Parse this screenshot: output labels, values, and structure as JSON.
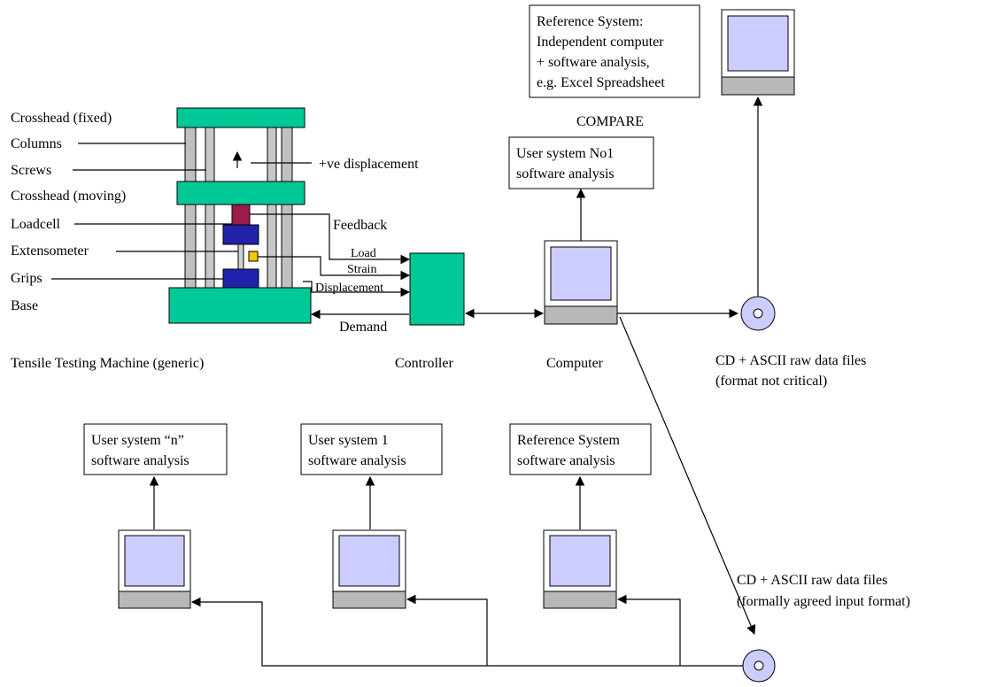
{
  "machine_labels": {
    "crosshead_fixed": "Crosshead (fixed)",
    "columns": "Columns",
    "screws": "Screws",
    "crosshead_moving": "Crosshead (moving)",
    "loadcell": "Loadcell",
    "extensometer": "Extensometer",
    "grips": "Grips",
    "base": "Base",
    "displacement": "+ve displacement"
  },
  "signals": {
    "feedback": "Feedback",
    "load": "Load",
    "strain": "Strain",
    "displacement": "Displacement",
    "demand": "Demand"
  },
  "captions": {
    "machine": "Tensile Testing Machine (generic)",
    "controller": "Controller",
    "computer": "Computer",
    "cd_top_1": "CD + ASCII raw data files",
    "cd_top_2": "(format not critical)",
    "cd_bottom_1": "CD + ASCII raw data files",
    "cd_bottom_2": "(formally agreed input format)",
    "compare": "COMPARE"
  },
  "boxes": {
    "reference_top": [
      "Reference System:",
      "Independent computer",
      "+ software analysis,",
      "e.g. Excel Spreadsheet"
    ],
    "user_no1": [
      "User system No1",
      "software analysis"
    ],
    "user_n": [
      "User system “n”",
      "software analysis"
    ],
    "user_1": [
      "User system 1",
      "software analysis"
    ],
    "reference_bottom": [
      "Reference System",
      "software analysis"
    ]
  },
  "colors": {
    "machine_green": "#00c896",
    "loadcell_red": "#9b1b4b",
    "grip_blue": "#2222aa",
    "extensometer_yellow": "#f5c800",
    "screen_fill": "#ccccff",
    "monitor_base": "#b8b8b8"
  },
  "icons": [
    "monitor-icon",
    "cd-disc-icon"
  ]
}
